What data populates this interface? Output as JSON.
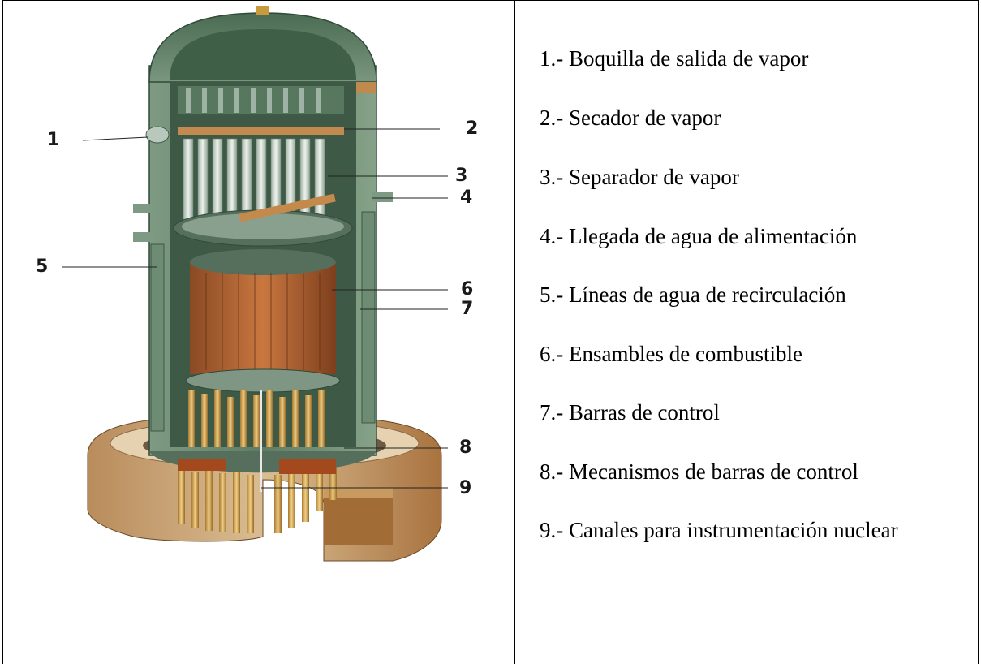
{
  "figure": {
    "callouts": [
      "1",
      "2",
      "3",
      "4",
      "5",
      "6",
      "7",
      "8",
      "9"
    ]
  },
  "legend": {
    "items": [
      "1.- Boquilla de salida de vapor",
      "2.- Secador de vapor",
      "3.- Separador de vapor",
      "4.- Llegada de agua de alimentación",
      "5.- Líneas de agua de recirculación",
      "6.- Ensambles de combustible",
      "7.- Barras de control",
      "8.- Mecanismos de barras de control",
      "9.- Canales para instrumentación nuclear"
    ]
  },
  "colors": {
    "vessel_green": "#5f7d64",
    "vessel_dark": "#3c5a44",
    "fuel_copper": "#b0653a",
    "concrete_tan": "#c9a77a",
    "border": "#000000"
  }
}
